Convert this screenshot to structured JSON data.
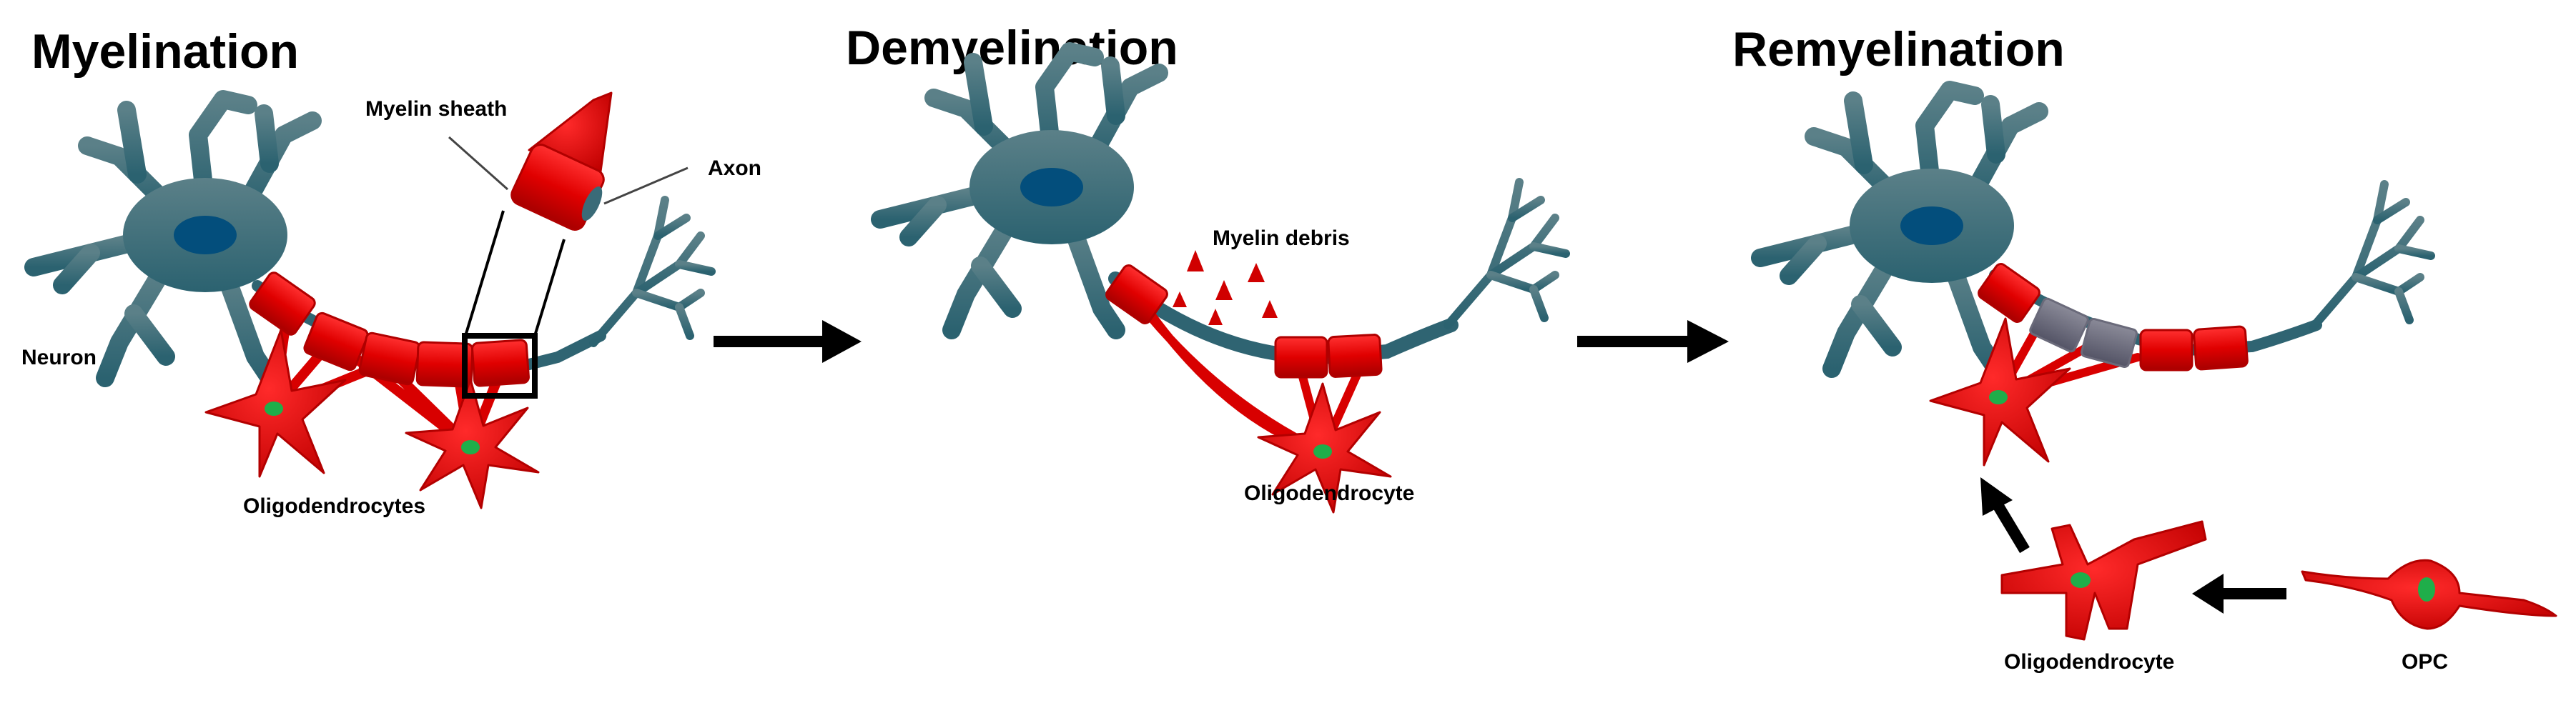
{
  "panels": {
    "myelination": {
      "title": "Myelination",
      "labels": {
        "myelin_sheath": "Myelin sheath",
        "axon": "Axon",
        "neuron": "Neuron",
        "oligodendrocytes": "Oligodendrocytes"
      }
    },
    "demyelination": {
      "title": "Demyelination",
      "labels": {
        "myelin_debris": "Myelin debris",
        "oligodendrocyte": "Oligodendrocyte"
      }
    },
    "remyelination": {
      "title": "Remyelination",
      "labels": {
        "oligodendrocyte": "Oligodendrocyte",
        "opc": "OPC"
      }
    }
  },
  "colors": {
    "neuron": "#3a6b78",
    "neuron_nucleus": "#034e7c",
    "myelin": "#e00000",
    "oligodendrocyte_nucleus": "#1fae4a",
    "remyelinated_segment": "#6a6a7a"
  }
}
